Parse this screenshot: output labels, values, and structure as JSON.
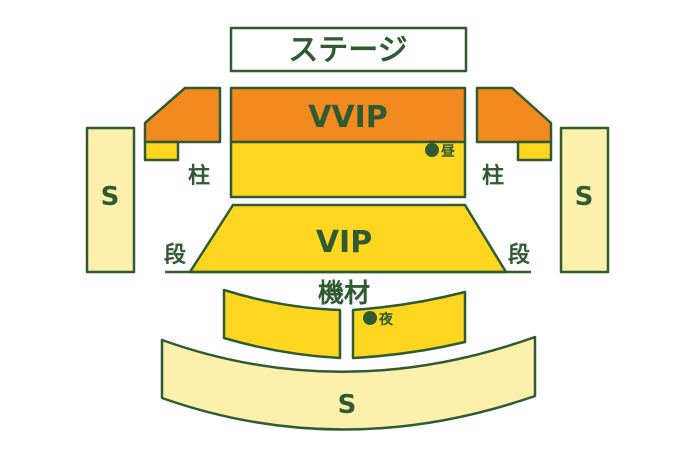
{
  "colors": {
    "outline": "#2f5a32",
    "text": "#2f5a32",
    "vvip": "#f28a1f",
    "vip": "#ffd721",
    "s": "#fdf0ad",
    "background": "#ffffff"
  },
  "stage": {
    "label": "ステージ"
  },
  "sections": {
    "vvip": {
      "label": "VVIP"
    },
    "vip": {
      "label": "VIP"
    },
    "s_left": {
      "label": "S"
    },
    "s_right": {
      "label": "S"
    },
    "s_bottom": {
      "label": "S"
    }
  },
  "markers": {
    "pillar_left": "柱",
    "pillar_right": "柱",
    "steps_left": "段",
    "steps_right": "段",
    "equipment": "機材",
    "daytime": "昼",
    "night": "夜"
  }
}
